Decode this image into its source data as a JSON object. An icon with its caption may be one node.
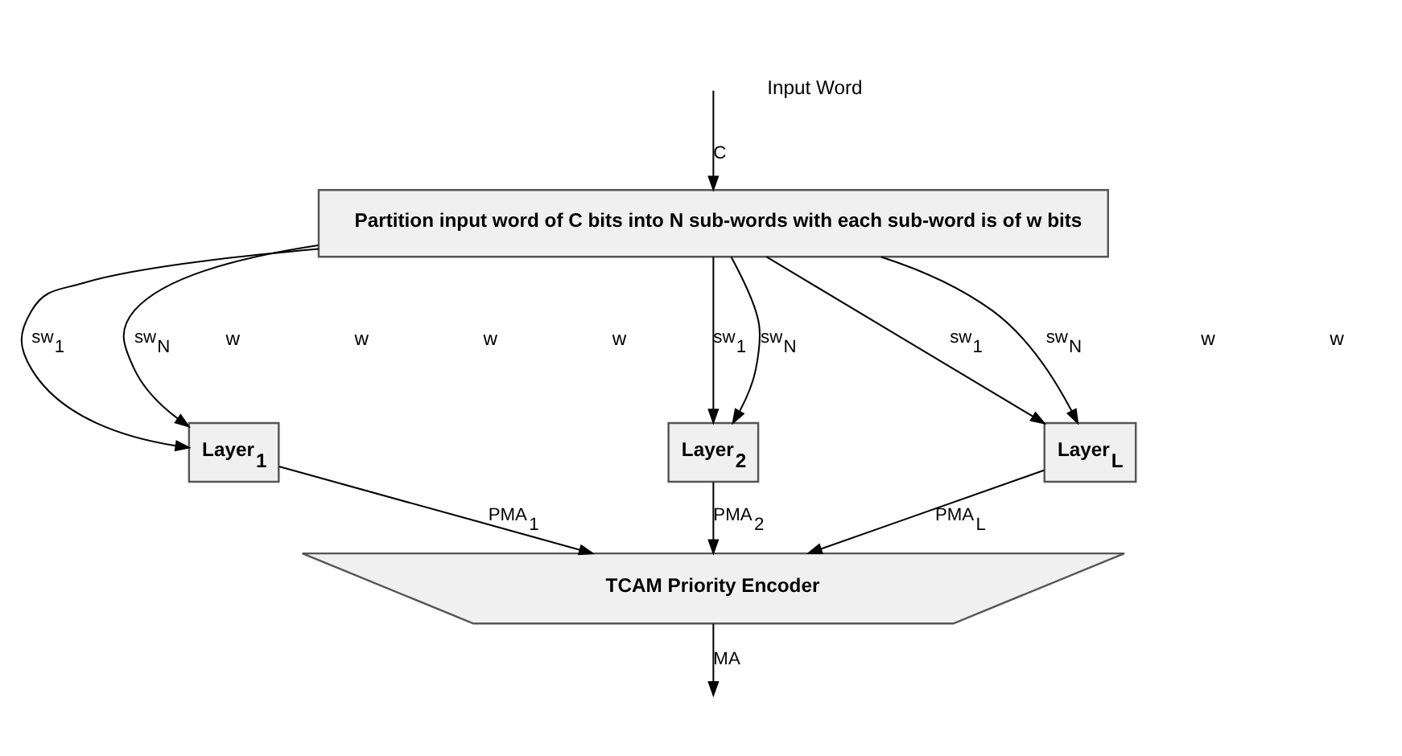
{
  "diagram": {
    "nodes": [
      {
        "text": [
          "Partition input word of C bits into N sub-words with each sub-word is of w bits"
        ]
      },
      {
        "text": [
          "Layer$_{1}$"
        ]
      },
      {
        "text": [
          "Layer$_{2}$"
        ]
      },
      {
        "text": [
          "Layer$_{L}$"
        ]
      },
      {
        "text": [
          "TCAM Priority Encoder"
        ]
      }
    ],
    "edges": [
      {
        "from": null,
        "to": 0,
        "arrow": "to",
        "label": "C"
      },
      {
        "from": 0,
        "to": 1,
        "arrow": "to",
        "label": "sw$_{1}$"
      },
      {
        "from": 0,
        "to": 1,
        "arrow": "to",
        "label": "sw$_{N}$"
      },
      {
        "from": 0,
        "to": 2,
        "arrow": "to",
        "label": "sw$_{1}$"
      },
      {
        "from": 0,
        "to": 2,
        "arrow": "to",
        "label": "sw$_{N}$"
      },
      {
        "from": 0,
        "to": 3,
        "arrow": "to",
        "label": "sw$_{1}$"
      },
      {
        "from": 0,
        "to": 3,
        "arrow": "to",
        "label": "sw$_{N}$"
      },
      {
        "from": 1,
        "to": 4,
        "arrow": "to",
        "label": "PMA$_{1}$"
      },
      {
        "from": 2,
        "to": 4,
        "arrow": "to",
        "label": "PMA$_{2}$"
      },
      {
        "from": 3,
        "to": 4,
        "arrow": "to",
        "label": "PMA$_{L}$"
      },
      {
        "from": 4,
        "to": null,
        "arrow": "to",
        "label": "MA"
      }
    ],
    "labels": [
      "Input Word",
      "w",
      "w",
      "w",
      "w",
      "w",
      "w"
    ]
  }
}
